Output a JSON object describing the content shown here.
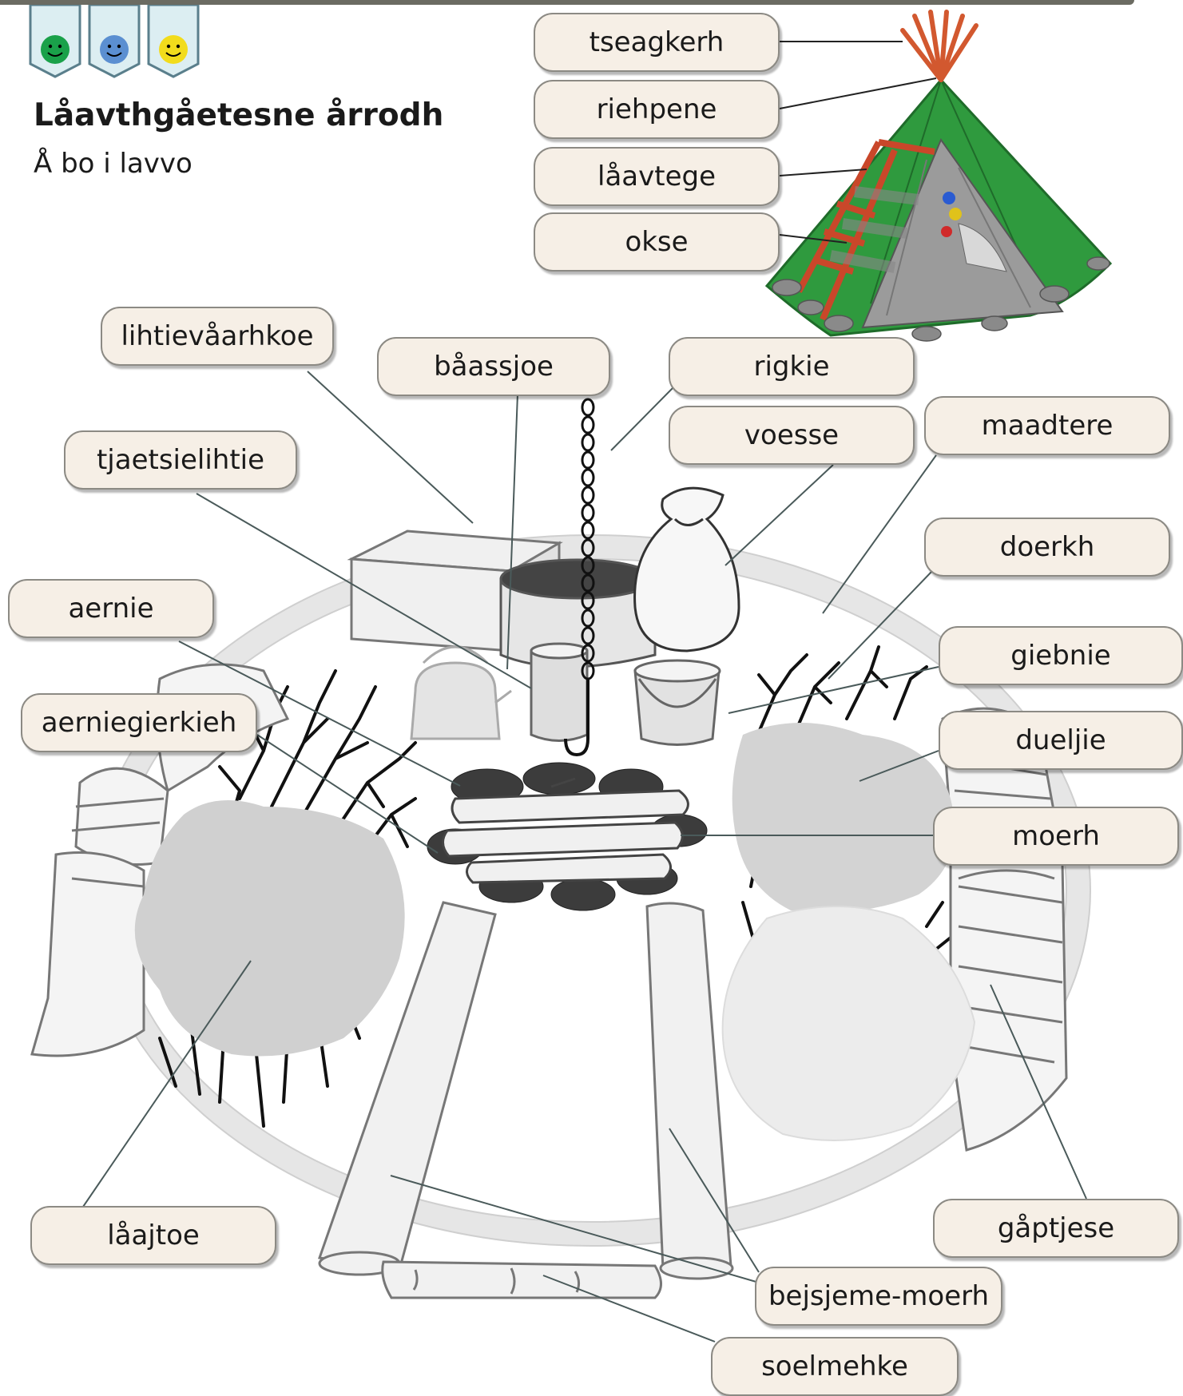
{
  "page": {
    "title": "Låavthgåetesne årrodh",
    "subtitle": "Å bo i lavvo"
  },
  "difficulty_tabs": [
    {
      "icon": "smiley-green-icon",
      "color": "#1aa14a"
    },
    {
      "icon": "smiley-blue-icon",
      "color": "#5b8fd1"
    },
    {
      "icon": "smiley-yellow-icon",
      "color": "#f2dc1c"
    }
  ],
  "labels": {
    "tseagkerh": "tseagkerh",
    "riehpene": "riehpene",
    "laavtege": "låavtege",
    "okse": "okse",
    "lihtievaarhkoe": "lihtievåarhkoe",
    "baassjoe": "båassjoe",
    "rigkie": "rigkie",
    "voesse": "voesse",
    "maadtere": "maadtere",
    "tjaetsielihtie": "tjaetsielihtie",
    "doerkh": "doerkh",
    "aernie": "aernie",
    "giebnie": "giebnie",
    "aerniegierkieh": "aerniegierkieh",
    "dueljie": "dueljie",
    "moerh": "moerh",
    "laajtoe": "låajtoe",
    "gaaptjese": "gåptjese",
    "bejsjeme_moerh": "bejsjeme-moerh",
    "soelmehke": "soelmehke"
  }
}
